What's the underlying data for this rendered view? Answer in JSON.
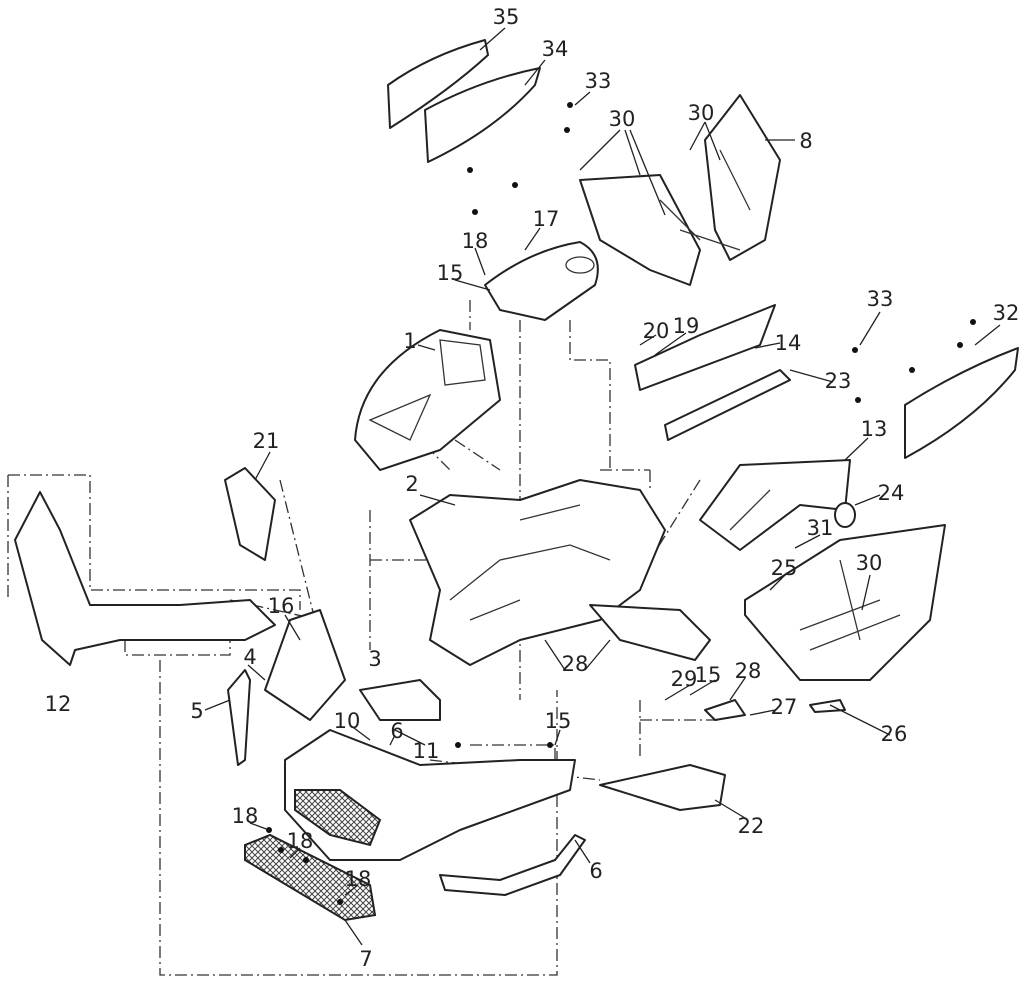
{
  "diagram": {
    "type": "exploded parts diagram",
    "callouts": [
      "35",
      "34",
      "33",
      "30",
      "30",
      "8",
      "17",
      "18",
      "15",
      "1",
      "20",
      "19",
      "14",
      "23",
      "33",
      "32",
      "13",
      "21",
      "2",
      "24",
      "31",
      "25",
      "30",
      "16",
      "3",
      "4",
      "12",
      "5",
      "10",
      "6",
      "11",
      "28",
      "29",
      "15",
      "28",
      "27",
      "26",
      "15",
      "22",
      "18",
      "18",
      "18",
      "6",
      "7"
    ]
  }
}
